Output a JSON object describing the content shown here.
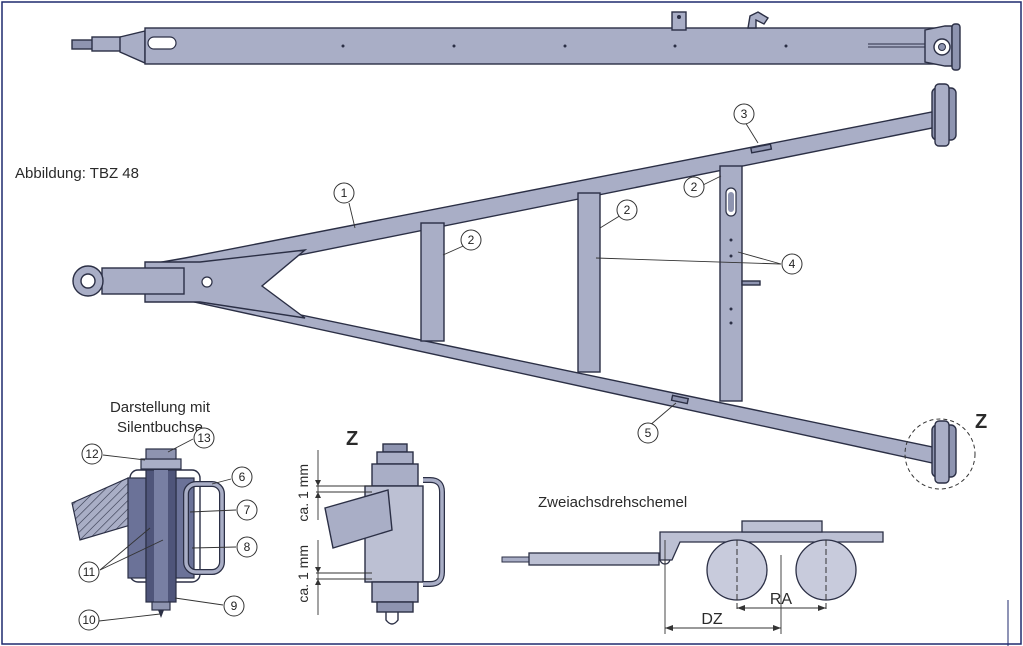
{
  "title_caption": "Abbildung: TBZ 48",
  "detail_title_line1": "Darstellung mit",
  "detail_title_line2": "Silentbuchse",
  "view_z_main": "Z",
  "view_z_detail": "Z",
  "dim_top": "ca. 1 mm",
  "dim_bottom": "ca. 1 mm",
  "turntable_title": "Zweiachsdrehschemel",
  "dim_dz": "DZ",
  "dim_ra": "RA",
  "callouts_main": [
    "1",
    "2",
    "2",
    "2",
    "3",
    "4",
    "5"
  ],
  "callouts_detail": [
    "6",
    "7",
    "8",
    "9",
    "10",
    "11",
    "12",
    "13"
  ],
  "colors": {
    "metal": "#a9aec6",
    "outline": "#2b2f45",
    "frame": "#1f2a6e"
  }
}
